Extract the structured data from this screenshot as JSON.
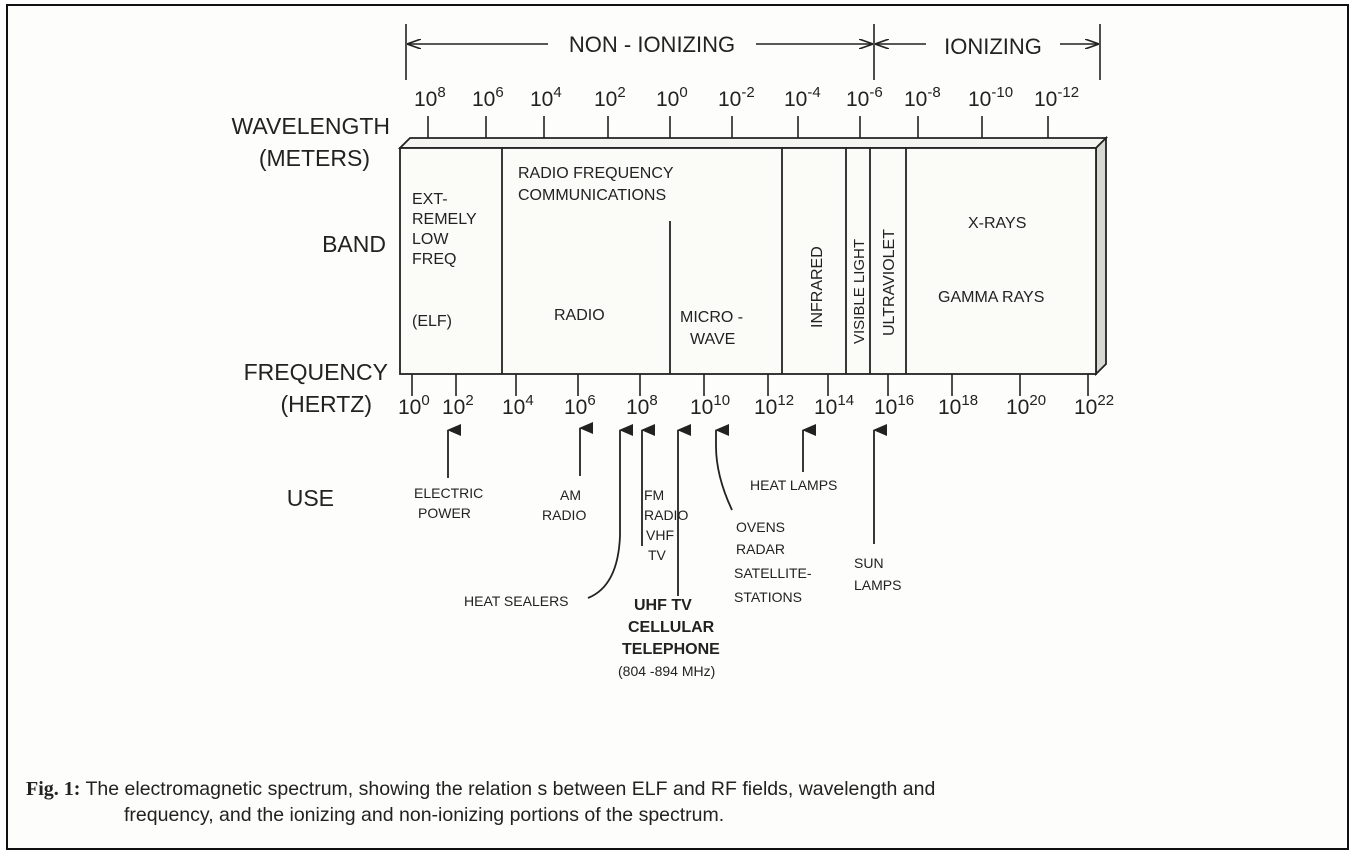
{
  "regions": {
    "non_ionizing": "NON - IONIZING",
    "ionizing": "IONIZING"
  },
  "row_labels": {
    "wavelength_1": "WAVELENGTH",
    "wavelength_2": "(METERS)",
    "band": "BAND",
    "frequency_1": "FREQUENCY",
    "frequency_2": "(HERTZ)",
    "use": "USE"
  },
  "wavelength_ticks": [
    {
      "base": "10",
      "exp": "8"
    },
    {
      "base": "10",
      "exp": "6"
    },
    {
      "base": "10",
      "exp": "4"
    },
    {
      "base": "10",
      "exp": "2"
    },
    {
      "base": "10",
      "exp": "0"
    },
    {
      "base": "10",
      "exp": "-2"
    },
    {
      "base": "10",
      "exp": "-4"
    },
    {
      "base": "10",
      "exp": "-6"
    },
    {
      "base": "10",
      "exp": "-8"
    },
    {
      "base": "10",
      "exp": "-10"
    },
    {
      "base": "10",
      "exp": "-12"
    }
  ],
  "frequency_ticks": [
    {
      "base": "10",
      "exp": "0"
    },
    {
      "base": "10",
      "exp": "2"
    },
    {
      "base": "10",
      "exp": "4"
    },
    {
      "base": "10",
      "exp": "6"
    },
    {
      "base": "10",
      "exp": "8"
    },
    {
      "base": "10",
      "exp": "10"
    },
    {
      "base": "10",
      "exp": "12"
    },
    {
      "base": "10",
      "exp": "14"
    },
    {
      "base": "10",
      "exp": "16"
    },
    {
      "base": "10",
      "exp": "18"
    },
    {
      "base": "10",
      "exp": "20"
    },
    {
      "base": "10",
      "exp": "22"
    }
  ],
  "bands": {
    "elf": [
      "EXT-",
      "REMELY",
      "LOW",
      "FREQ",
      "(ELF)"
    ],
    "rf": [
      "RADIO FREQUENCY",
      "COMMUNICATIONS"
    ],
    "radio": "RADIO",
    "microwave": [
      "MICRO -",
      "WAVE"
    ],
    "infrared": "INFRARED",
    "visible": "VISIBLE LIGHT",
    "ultraviolet": "ULTRAVIOLET",
    "xrays": "X-RAYS",
    "gamma": "GAMMA RAYS"
  },
  "uses": {
    "electric_power": [
      "ELECTRIC",
      "POWER"
    ],
    "am_radio": [
      "AM",
      "RADIO"
    ],
    "fm_radio": [
      "FM",
      "RADIO",
      "VHF",
      "TV"
    ],
    "heat_sealers": "HEAT SEALERS",
    "uhf": [
      "UHF TV",
      "CELLULAR",
      "TELEPHONE",
      "(804 -894 MHz)"
    ],
    "ovens": [
      "OVENS",
      "RADAR",
      "SATELLITE-",
      "STATIONS"
    ],
    "heat_lamps": "HEAT LAMPS",
    "sun_lamps": [
      "SUN",
      "LAMPS"
    ]
  },
  "caption": {
    "label": "Fig. 1:",
    "line1": "The electromagnetic spectrum, showing the relation s between ELF and RF fields, wavelength and",
    "line2": "frequency, and the ionizing and non-ionizing portions of the spectrum."
  }
}
